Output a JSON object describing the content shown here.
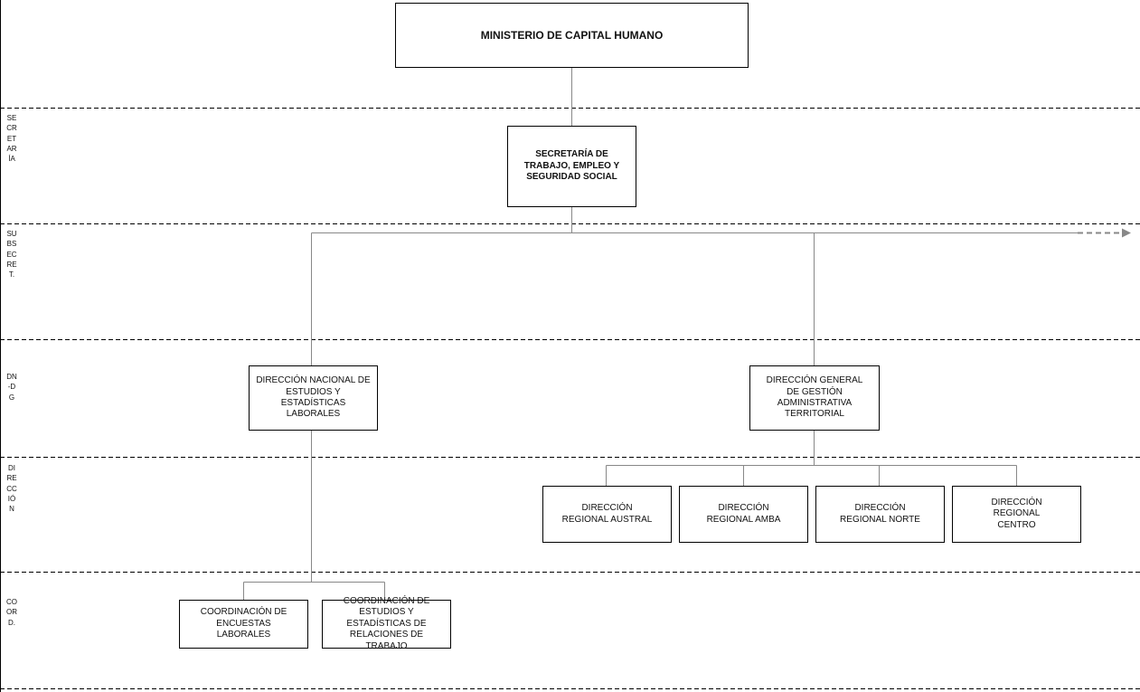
{
  "bands": [
    {
      "id": "secretaria",
      "label": "SECRETARÍA"
    },
    {
      "id": "subsecretaria",
      "label": "SUBSECRET."
    },
    {
      "id": "dn-dg",
      "label": "DN-DG"
    },
    {
      "id": "direccion",
      "label": "DIRECCIÓN"
    },
    {
      "id": "coordinacion",
      "label": "COORD."
    }
  ],
  "nodes": {
    "ministerio": "MINISTERIO DE CAPITAL HUMANO",
    "secretaria": "SECRETARÍA DE TRABAJO, EMPLEO Y SEGURIDAD SOCIAL",
    "dn_estudios": "DIRECCIÓN NACIONAL DE ESTUDIOS Y ESTADÍSTICAS LABORALES",
    "dg_gestion": "DIRECCIÓN GENERAL DE GESTIÓN ADMINISTRATIVA TERRITORIAL",
    "regional_austral": "DIRECCIÓN REGIONAL AUSTRAL",
    "regional_amba": "DIRECCIÓN REGIONAL AMBA",
    "regional_norte": "DIRECCIÓN REGIONAL NORTE",
    "regional_centro": "DIRECCIÓN REGIONAL CENTRO",
    "coord_encuestas": "COORDINACIÓN DE ENCUESTAS LABORALES",
    "coord_estudios": "COORDINACIÓN DE ESTUDIOS Y ESTADÍSTICAS DE RELACIONES DE TRABAJO"
  },
  "colors": {
    "line": "#888888",
    "dashed_rule": "#000000",
    "arrow": "#888888",
    "box_border": "#000000"
  }
}
